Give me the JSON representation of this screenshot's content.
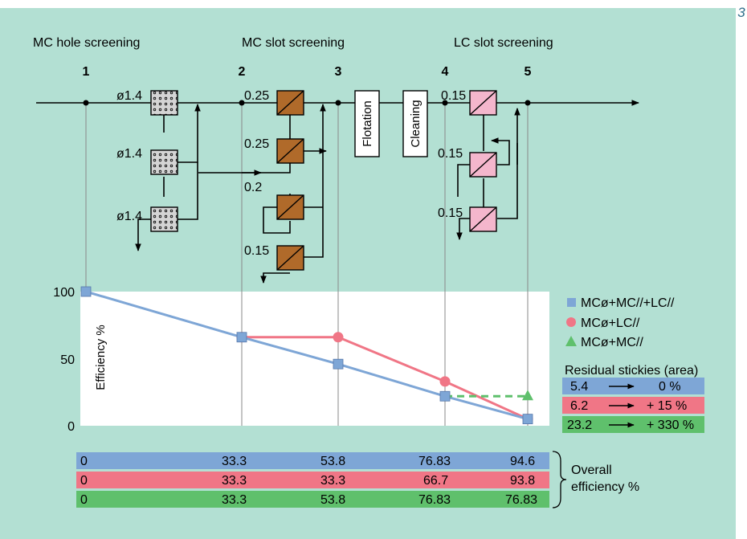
{
  "figure_number": "3",
  "stages": [
    {
      "label": "MC hole screening"
    },
    {
      "label": "MC slot screening"
    },
    {
      "label": "LC slot screening"
    }
  ],
  "points": [
    "1",
    "2",
    "3",
    "4",
    "5"
  ],
  "process_steps": {
    "flotation": "Flotation",
    "cleaning": "Cleaning"
  },
  "screen_labels": {
    "hole": [
      "ø1.4",
      "ø1.4",
      "ø1.4"
    ],
    "mc_slot": [
      "0.25",
      "0.25",
      "0.2",
      "0.15"
    ],
    "lc_slot": [
      "0.15",
      "0.15",
      "0.15"
    ]
  },
  "colors": {
    "panel": "#b3e0d3",
    "blue": "#7ea6d6",
    "red": "#f07686",
    "green": "#5fc06c",
    "hole_screen": "#d4d4d4",
    "mc_screen": "#b06a2a",
    "lc_screen": "#f4b6cc"
  },
  "chart_data": {
    "type": "line",
    "ylabel": "Efficiency %",
    "y_ticks": [
      "100",
      "50",
      "0"
    ],
    "ylim": [
      0,
      100
    ],
    "x": [
      "1",
      "2",
      "3",
      "4",
      "5"
    ],
    "series": [
      {
        "name": "MCø+MC//+LC//",
        "marker": "square",
        "color": "#7ea6d6",
        "values": [
          100,
          66,
          46,
          22,
          5
        ]
      },
      {
        "name": "MCø+LC//",
        "marker": "circle",
        "color": "#f07686",
        "values": [
          null,
          66,
          66,
          33,
          5
        ]
      },
      {
        "name": "MCø+MC//",
        "marker": "triangle",
        "color": "#5fc06c",
        "values": [
          null,
          null,
          null,
          22,
          22
        ],
        "dashed": true
      }
    ]
  },
  "residual_stickies": {
    "title": "Residual stickies (area)",
    "rows": [
      {
        "value": "5.4",
        "change": "0 %",
        "color": "#7ea6d6"
      },
      {
        "value": "6.2",
        "change": "+ 15 %",
        "color": "#f07686"
      },
      {
        "value": "23.2",
        "change": "+ 330 %",
        "color": "#5fc06c"
      }
    ]
  },
  "overall_efficiency": {
    "label_line1": "Overall",
    "label_line2": "efficiency %",
    "rows": [
      {
        "color": "#7ea6d6",
        "values": [
          "0",
          "33.3",
          "53.8",
          "76.83",
          "94.6"
        ]
      },
      {
        "color": "#f07686",
        "values": [
          "0",
          "33.3",
          "33.3",
          "66.7",
          "93.8"
        ]
      },
      {
        "color": "#5fc06c",
        "values": [
          "0",
          "33.3",
          "53.8",
          "76.83",
          "76.83"
        ]
      }
    ]
  }
}
